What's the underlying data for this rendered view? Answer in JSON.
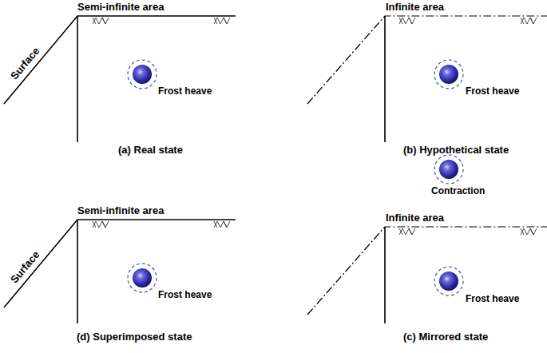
{
  "diagram": {
    "labels": [
      "Semi-infinite area",
      "Surface",
      "Frost heave",
      "(a) Real state",
      "Infinite area",
      "Frost heave",
      "(b) Hypothetical state",
      "Contraction",
      "Infinite area",
      "Frost heave",
      "(c) Mirrored state",
      "Semi-infinite area",
      "Surface",
      "Frost heave",
      "(d) Superimposed state"
    ]
  }
}
